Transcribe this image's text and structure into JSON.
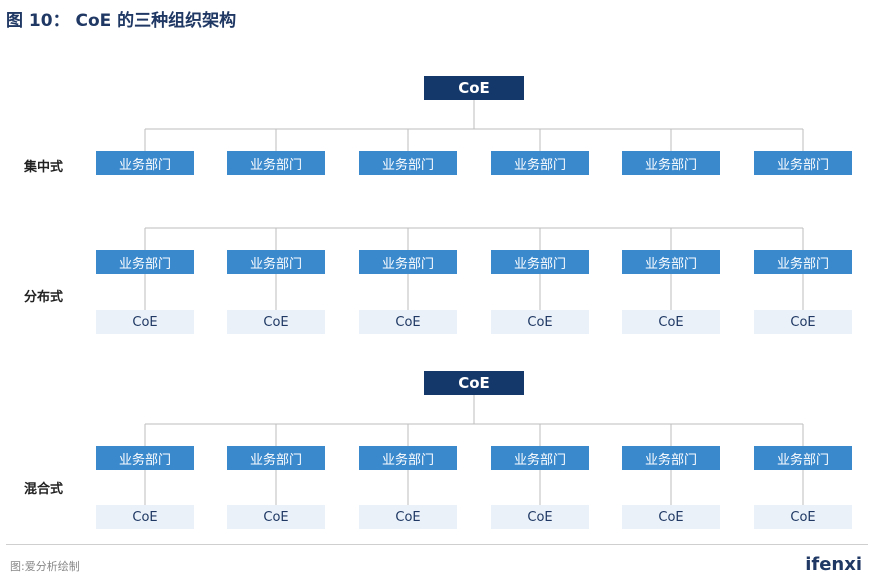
{
  "title": "图 10：  CoE 的三种组织架构",
  "sections": [
    {
      "label": "集中式",
      "top_coe": "CoE",
      "dept_label": "业务部门",
      "sub_coe": null
    },
    {
      "label": "分布式",
      "top_coe": null,
      "dept_label": "业务部门",
      "sub_coe": "CoE"
    },
    {
      "label": "混合式",
      "top_coe": "CoE",
      "dept_label": "业务部门",
      "sub_coe": "CoE"
    }
  ],
  "departments_per_section": 6,
  "colors": {
    "coe_main": "#15386b",
    "department": "#3a89cd",
    "coe_sub": "#eaf1f8",
    "line": "#bdbdbd"
  },
  "footer": {
    "source": "图:爱分析绘制",
    "logo": "ifenxi"
  }
}
